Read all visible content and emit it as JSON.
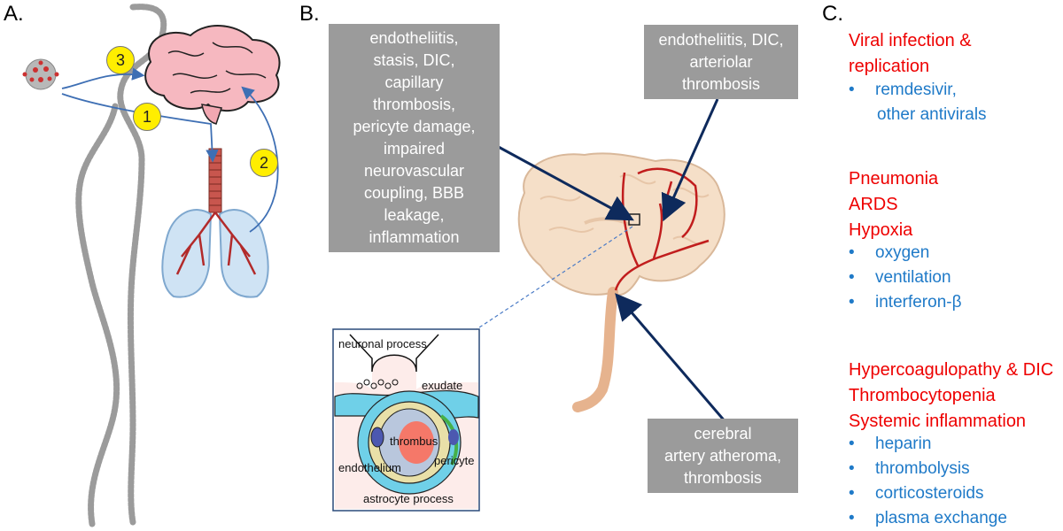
{
  "panel_a": {
    "label": "A.",
    "badges": [
      "1",
      "2",
      "3"
    ]
  },
  "panel_b": {
    "label": "B.",
    "box_capillary": [
      "endotheliitis,",
      "stasis, DIC,",
      "capillary",
      "thrombosis,",
      "pericyte damage,",
      "impaired",
      "neurovascular",
      "coupling, BBB",
      "leakage,",
      "inflammation"
    ],
    "box_arteriolar": [
      "endotheliitis, DIC,",
      "arteriolar",
      "thrombosis"
    ],
    "box_artery": [
      "cerebral",
      "artery atheroma,",
      "thrombosis"
    ],
    "inset": {
      "neuronal": "neuronal process",
      "exudate": "exudate",
      "thrombus": "thrombus",
      "pericyte": "pericyte",
      "endothelium": "endothelium",
      "astrocyte": "astrocyte process"
    }
  },
  "panel_c": {
    "label": "C.",
    "sections": [
      {
        "conditions": [
          "Viral infection &",
          "replication"
        ],
        "treatments": [
          "remdesivir,",
          "other antivirals"
        ]
      },
      {
        "conditions": [
          "Pneumonia",
          "ARDS",
          "Hypoxia"
        ],
        "treatments": [
          "oxygen",
          "ventilation",
          "interferon-β"
        ]
      },
      {
        "conditions": [
          "Hypercoagulopathy & DIC",
          "Thrombocytopenia",
          "Systemic inflammation"
        ],
        "treatments": [
          "heparin",
          "thrombolysis",
          "corticosteroids",
          "plasma exchange"
        ]
      }
    ],
    "bullet": "•"
  },
  "colors": {
    "red": "#ee0000",
    "blue": "#1f7ac8",
    "box_gray": "#9b9b9b",
    "navy": "#0e2a5c",
    "badge": "#ffee00"
  }
}
